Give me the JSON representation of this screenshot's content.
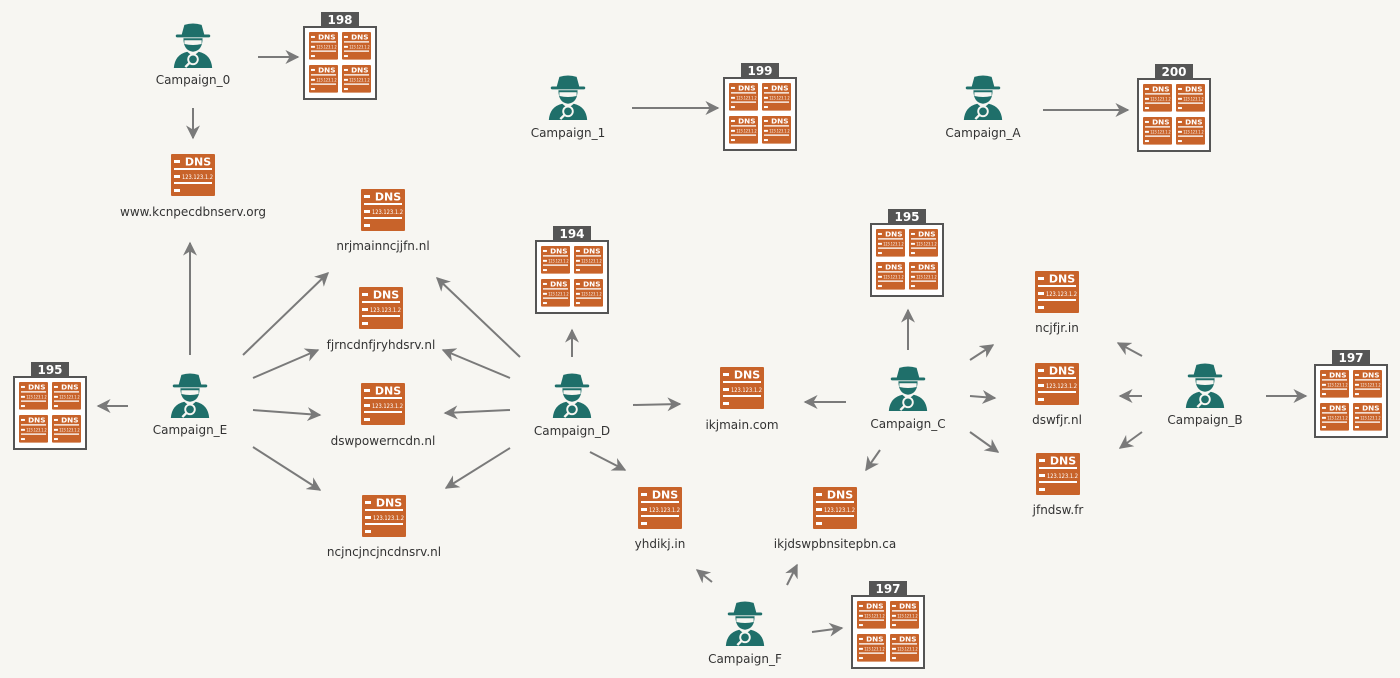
{
  "colors": {
    "campaign": "#1f6f6a",
    "dns": "#c8632a",
    "edge": "#7a7a7a",
    "cluster_border": "#555555",
    "background": "#f7f6f2"
  },
  "icons": {
    "campaign": "hacker-spy-icon",
    "dns": "dns-server-icon",
    "cluster": "dns-cluster-icon"
  },
  "dns_icon_text": {
    "title": "DNS",
    "ip": "123.123.1.2"
  },
  "campaigns": [
    {
      "id": "c0",
      "label": "Campaign_0"
    },
    {
      "id": "c1",
      "label": "Campaign_1"
    },
    {
      "id": "cA",
      "label": "Campaign_A"
    },
    {
      "id": "cE",
      "label": "Campaign_E"
    },
    {
      "id": "cD",
      "label": "Campaign_D"
    },
    {
      "id": "cC",
      "label": "Campaign_C"
    },
    {
      "id": "cB",
      "label": "Campaign_B"
    },
    {
      "id": "cF",
      "label": "Campaign_F"
    }
  ],
  "domains": [
    {
      "id": "d1",
      "label": "www.kcnpecdbnserv.org"
    },
    {
      "id": "d2",
      "label": "nrjmainncjjfn.nl"
    },
    {
      "id": "d3",
      "label": "fjrncdnfjryhdsrv.nl"
    },
    {
      "id": "d4",
      "label": "dswpowerncdn.nl"
    },
    {
      "id": "d5",
      "label": "ncjncjncjncdnsrv.nl"
    },
    {
      "id": "d6",
      "label": "ikjmain.com"
    },
    {
      "id": "d7",
      "label": "yhdikj.in"
    },
    {
      "id": "d8",
      "label": "ikjdswpbnsitepbn.ca"
    },
    {
      "id": "d9",
      "label": "ncjfjr.in"
    },
    {
      "id": "d10",
      "label": "dswfjr.nl"
    },
    {
      "id": "d11",
      "label": "jfndsw.fr"
    }
  ],
  "clusters": [
    {
      "id": "k0",
      "count": "198"
    },
    {
      "id": "k1",
      "count": "199"
    },
    {
      "id": "kA",
      "count": "200"
    },
    {
      "id": "kE",
      "count": "195"
    },
    {
      "id": "kD",
      "count": "194"
    },
    {
      "id": "kC",
      "count": "195"
    },
    {
      "id": "kB",
      "count": "197"
    },
    {
      "id": "kF",
      "count": "197"
    }
  ],
  "edges": [
    [
      "c0",
      "k0"
    ],
    [
      "c0",
      "d1"
    ],
    [
      "cE",
      "d1"
    ],
    [
      "cE",
      "d2"
    ],
    [
      "cE",
      "d3"
    ],
    [
      "cE",
      "d4"
    ],
    [
      "cE",
      "d5"
    ],
    [
      "cE",
      "kE"
    ],
    [
      "cD",
      "d2"
    ],
    [
      "cD",
      "d3"
    ],
    [
      "cD",
      "d4"
    ],
    [
      "cD",
      "d5"
    ],
    [
      "cD",
      "kD"
    ],
    [
      "cD",
      "d6"
    ],
    [
      "cD",
      "d7"
    ],
    [
      "c1",
      "k1"
    ],
    [
      "cA",
      "kA"
    ],
    [
      "cC",
      "d6"
    ],
    [
      "cC",
      "kC"
    ],
    [
      "cC",
      "d9"
    ],
    [
      "cC",
      "d10"
    ],
    [
      "cC",
      "d11"
    ],
    [
      "cC",
      "d8"
    ],
    [
      "cB",
      "d9"
    ],
    [
      "cB",
      "d10"
    ],
    [
      "cB",
      "d11"
    ],
    [
      "cB",
      "kB"
    ],
    [
      "cF",
      "d7"
    ],
    [
      "cF",
      "d8"
    ],
    [
      "cF",
      "kF"
    ]
  ]
}
